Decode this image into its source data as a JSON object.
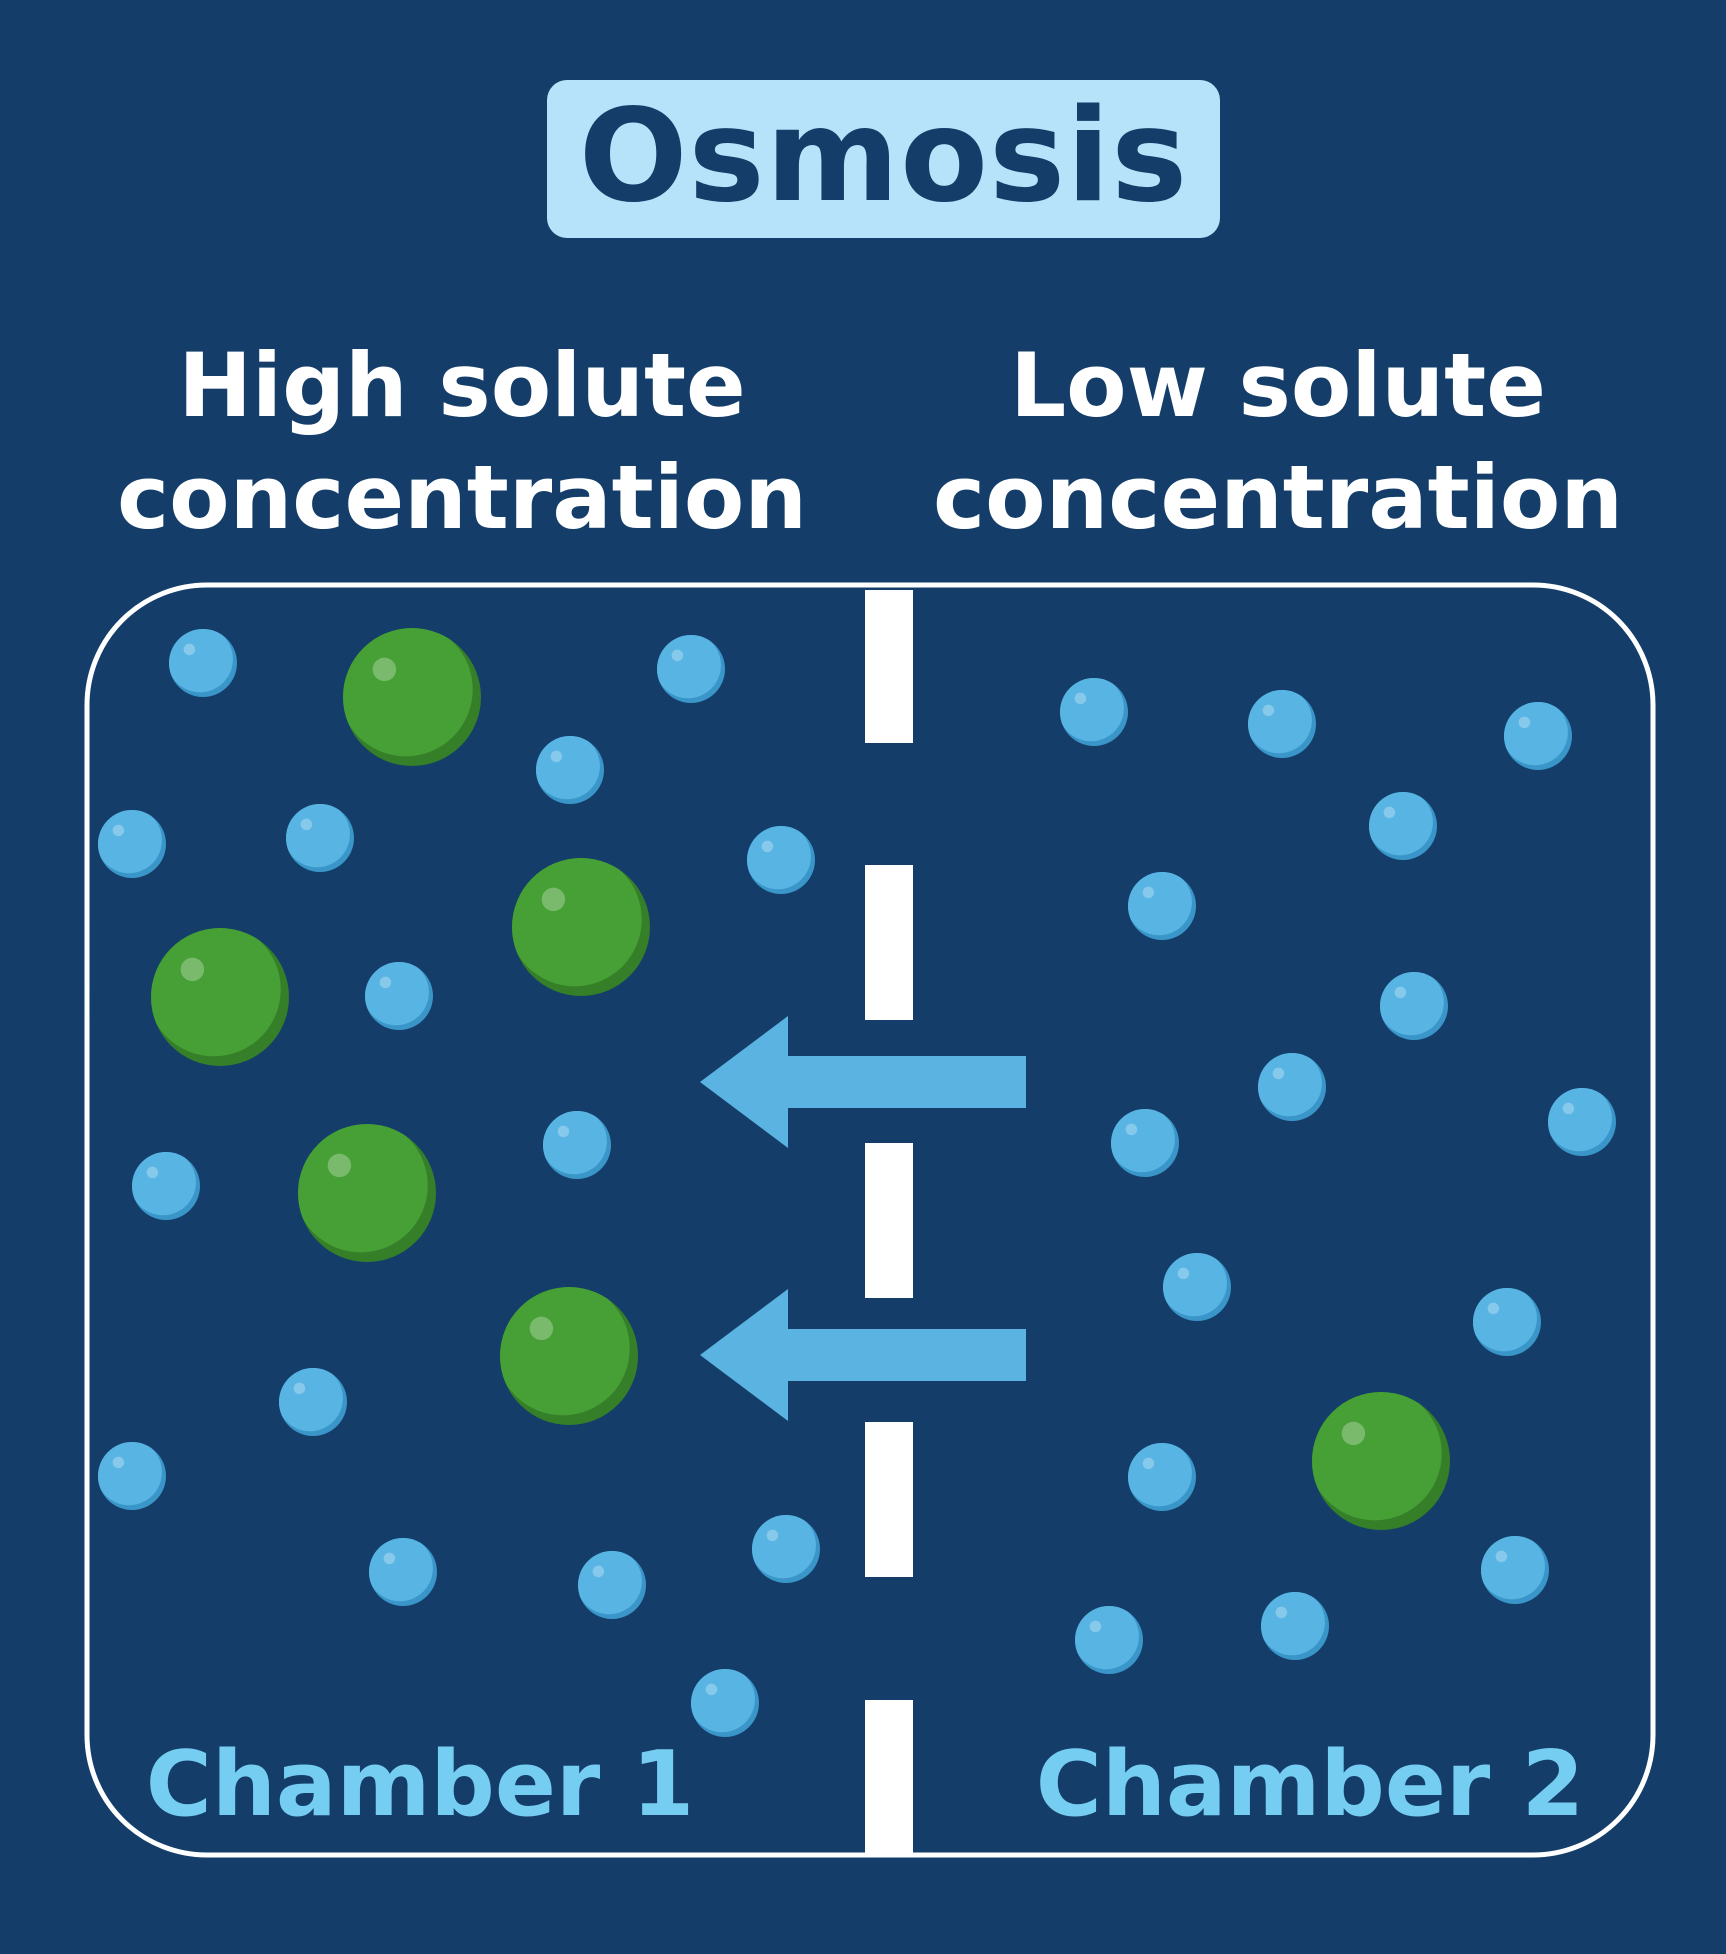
{
  "title": "Osmosis",
  "headings": {
    "left": {
      "line1": "High solute",
      "line2": "concentration"
    },
    "right": {
      "line1": "Low solute",
      "line2": "concentration"
    }
  },
  "chambers": [
    {
      "label": "Chamber 1"
    },
    {
      "label": "Chamber 2"
    }
  ],
  "colors": {
    "background": "#143e69",
    "title_box": "#b6e3fa",
    "water_molecule": "#58b4e3",
    "solute_molecule": "#46a035",
    "arrow": "#5ab3e0",
    "membrane": "#ffffff",
    "chamber_label": "#76cdf2"
  },
  "flow_direction": "chamber-2-to-chamber-1"
}
